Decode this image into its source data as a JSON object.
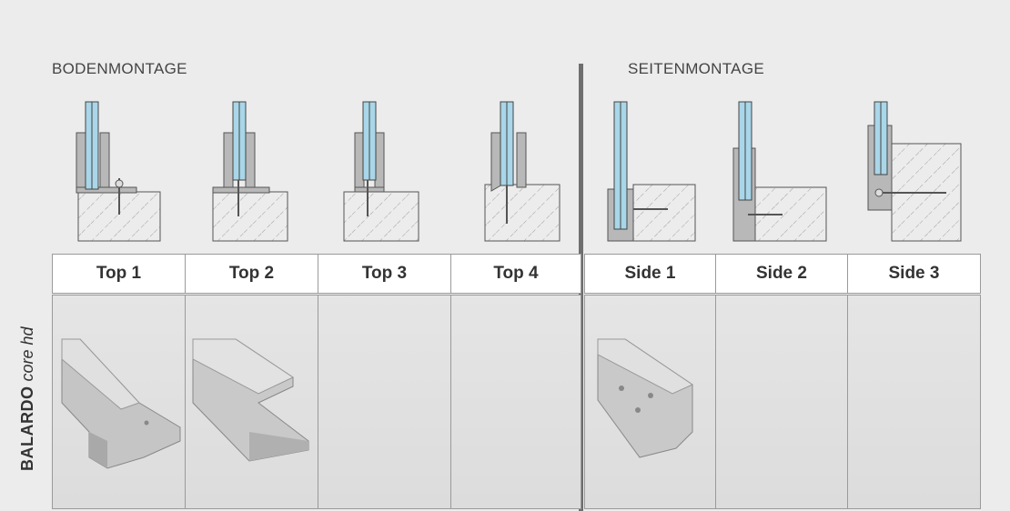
{
  "sections": {
    "floor_label": "BODENMONTAGE",
    "side_label": "SEITENMONTAGE"
  },
  "columns": [
    {
      "label": "Top 1",
      "has_product": true
    },
    {
      "label": "Top 2",
      "has_product": true
    },
    {
      "label": "Top 3",
      "has_product": false
    },
    {
      "label": "Top 4",
      "has_product": false
    },
    {
      "label": "Side 1",
      "has_product": true
    },
    {
      "label": "Side 2",
      "has_product": false
    },
    {
      "label": "Side 3",
      "has_product": false
    }
  ],
  "row_label": {
    "brand": "BALARDO",
    "model": "core hd"
  },
  "colors": {
    "glass": "#a9d6e8",
    "profile": "#c9c9c9",
    "background": "#ececec"
  }
}
